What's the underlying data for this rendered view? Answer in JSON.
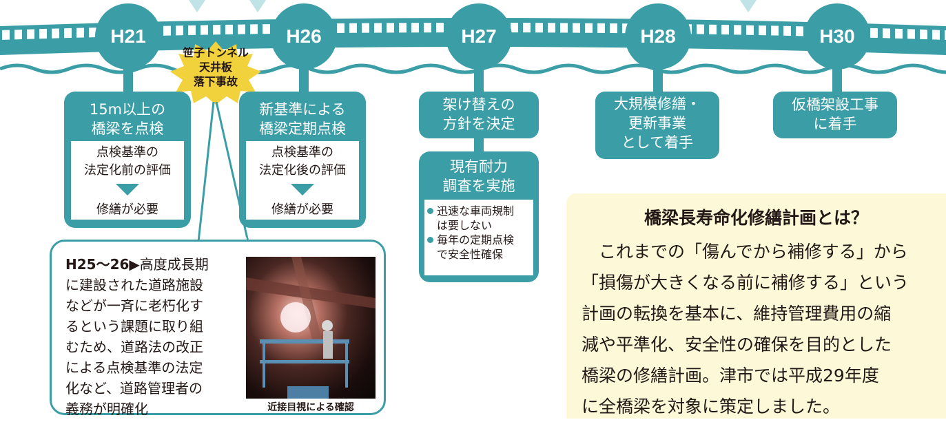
{
  "timeline": {
    "years": [
      "H21",
      "H26",
      "H27",
      "H28",
      "H30"
    ]
  },
  "accident_badge": {
    "line1": "笹子トンネル",
    "line2": "天井板",
    "line3": "落下事故"
  },
  "boxes": {
    "h21": {
      "title": "15m以上の\n橋梁を点検",
      "inner_top": "点検基準の\n法定化前の評価",
      "inner_bottom": "修繕が必要"
    },
    "h26": {
      "title": "新基準による\n橋梁定期点検",
      "inner_top": "点検基準の\n法定化後の評価",
      "inner_bottom": "修繕が必要"
    },
    "h27a": {
      "title": "架け替えの\n方針を決定"
    },
    "h27b": {
      "title": "現有耐力\n調査を実施",
      "bullets": [
        "迅速な車両規制\nは要しない",
        "毎年の定期点検\nで安全性確保"
      ]
    },
    "h28": {
      "title": "大規模修繕・\n更新事業\nとして着手"
    },
    "h30": {
      "title": "仮橋架設工事\nに着手"
    }
  },
  "note": {
    "lead": "H25〜26▶",
    "text": "高度成長期\nに建設された道路施設\nなどが一斉に老朽化す\nるという課題に取り組\nむため、道路法の改正\nによる点検基準の法定\n化など、道路管理者の\n義務が明確化",
    "photo_caption": "近接目視による確認"
  },
  "callout": {
    "title": "橋梁長寿命化修繕計画とは？",
    "body": "　これまでの「傷んでから補修する」から\n「損傷が大きくなる前に補修する」という\n計画の転換を基本に、維持管理費用の縮\n減や平準化、安全性の確保を目的とした\n橋梁の修繕計画。津市では平成29年度\nに全橋梁を対象に策定しました。"
  },
  "colors": {
    "teal": "#3b9ea6",
    "badge_yellow": "#f2d23c",
    "callout_bg": "#fdf8d7"
  }
}
